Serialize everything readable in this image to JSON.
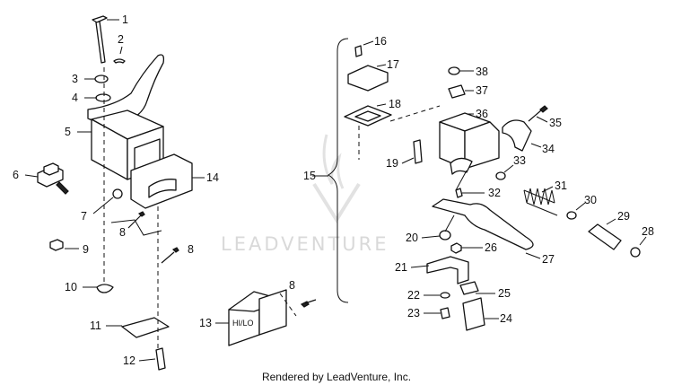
{
  "diagram": {
    "callouts": [
      "1",
      "2",
      "3",
      "4",
      "5",
      "6",
      "7",
      "8",
      "9",
      "10",
      "11",
      "12",
      "13",
      "14",
      "15",
      "16",
      "17",
      "18",
      "19",
      "20",
      "21",
      "22",
      "23",
      "24",
      "25",
      "26",
      "27",
      "28",
      "29",
      "30",
      "31",
      "32",
      "33",
      "34",
      "35",
      "36",
      "37",
      "38"
    ],
    "secondary_callouts": [
      "8",
      "8",
      "8"
    ],
    "switch_label": "HI/LO",
    "watermark": "LEADVENTURE",
    "credit": "Rendered by LeadVenture, Inc."
  },
  "colors": {
    "ink": "#111111",
    "watermark": "#d9d9d9",
    "background": "#ffffff"
  }
}
